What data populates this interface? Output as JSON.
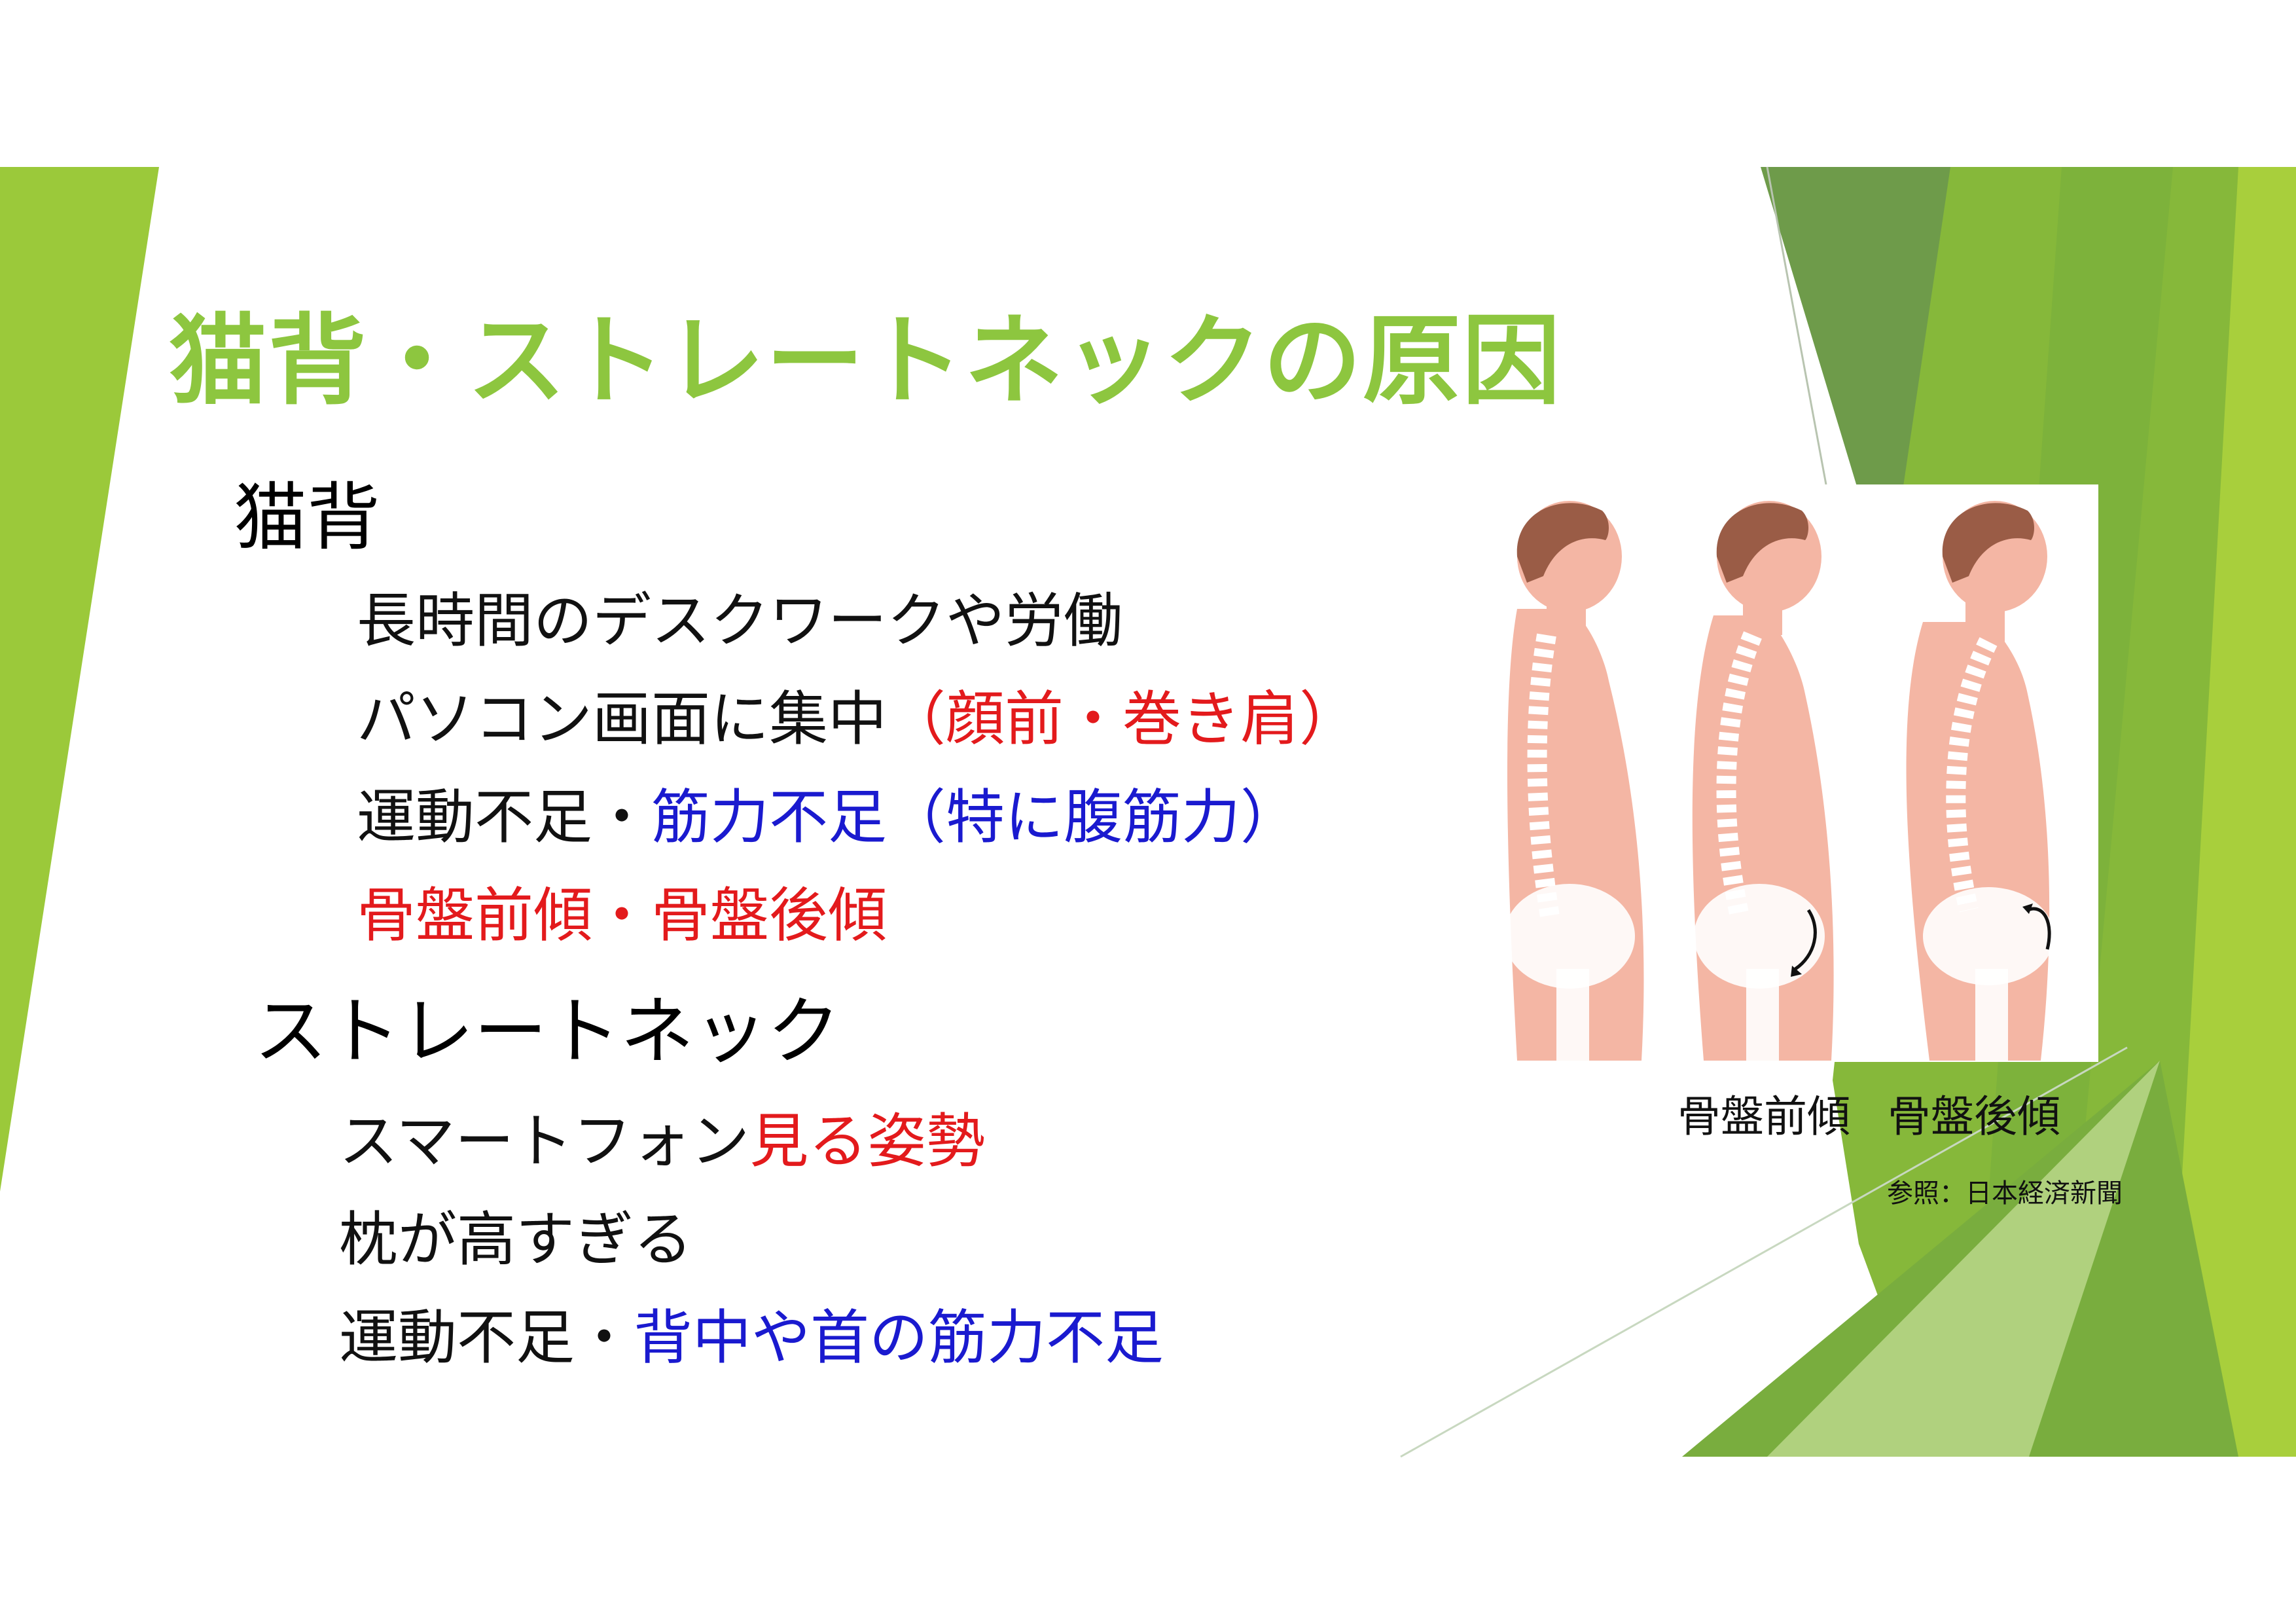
{
  "slide": {
    "title": "猫背・ストレートネックの原因",
    "sections": [
      {
        "heading": "猫背",
        "items": [
          {
            "parts": [
              {
                "text": "長時間のデスクワークや労働",
                "color": "black"
              }
            ]
          },
          {
            "parts": [
              {
                "text": "パソコン画面に集中",
                "color": "black"
              },
              {
                "text": "（顔前・巻き肩）",
                "color": "red"
              }
            ]
          },
          {
            "parts": [
              {
                "text": "運動不足・",
                "color": "black"
              },
              {
                "text": "筋力不足（特に腹筋力）",
                "color": "blue"
              }
            ]
          },
          {
            "parts": [
              {
                "text": "骨盤前傾・骨盤後傾",
                "color": "red"
              }
            ]
          }
        ]
      },
      {
        "heading": "ストレートネック",
        "items": [
          {
            "parts": [
              {
                "text": "スマートフォン",
                "color": "black"
              },
              {
                "text": "見る姿勢",
                "color": "red"
              }
            ]
          },
          {
            "parts": [
              {
                "text": "枕が高すぎる",
                "color": "black"
              }
            ]
          },
          {
            "parts": [
              {
                "text": "運動不足・",
                "color": "black"
              },
              {
                "text": "背中や首の筋力不足",
                "color": "blue"
              }
            ]
          }
        ]
      }
    ],
    "figure": {
      "captions": [
        "骨盤前傾",
        "骨盤後傾"
      ],
      "reference": "参照：日本経済新聞"
    }
  },
  "colors": {
    "title": "#8dc63f",
    "red": "#e31a1c",
    "blue": "#1a1acf",
    "green_light": "#9bc93a",
    "green_dark": "#6e9b4a",
    "skin": "#f4b6a4",
    "hair": "#9a5c46"
  }
}
